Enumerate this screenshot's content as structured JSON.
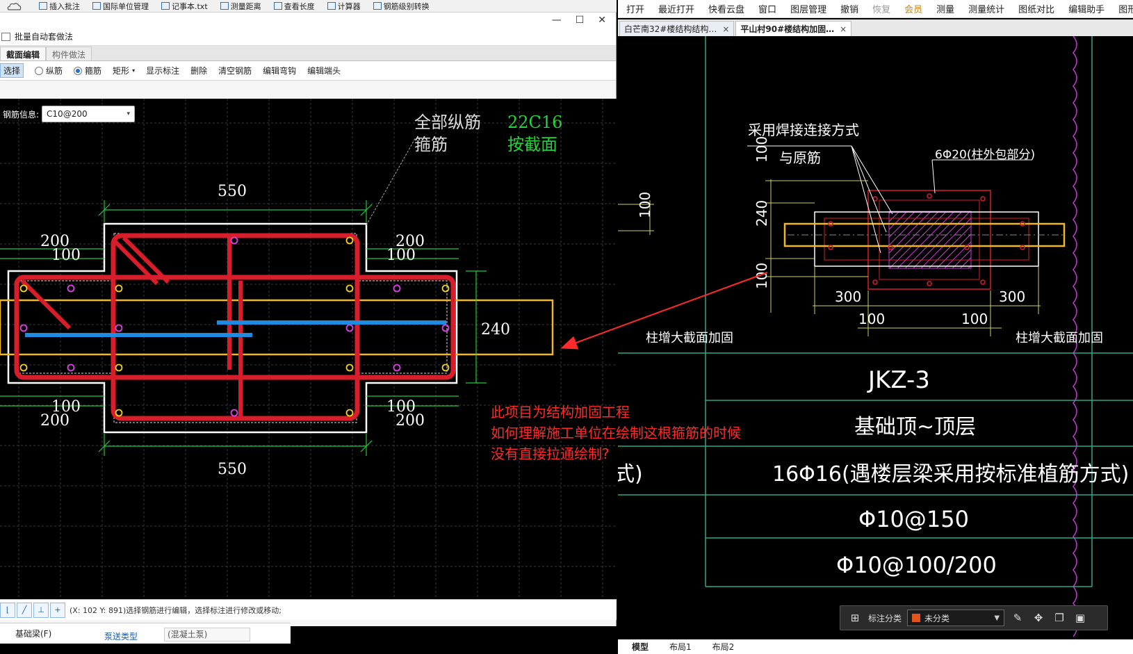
{
  "left_toolbar": {
    "items": [
      "插入批注",
      "国际单位管理",
      "记事本.txt",
      "测量距离",
      "查看长度",
      "计算器",
      "钢筋级别转换"
    ]
  },
  "dialog": {
    "title": "批量自动套做法",
    "tabs": [
      "截面编辑",
      "构件做法"
    ],
    "toolbar": {
      "select_label": "选择",
      "radio_longitudinal": "纵筋",
      "radio_stirrup": "箍筋",
      "shape_label": "矩形",
      "show_label": "显示标注",
      "delete_label": "删除",
      "clear_label": "清空钢筋",
      "edit_hook_label": "编辑弯钩",
      "edit_end_label": "编辑端头"
    },
    "rebar_info_label": "钢筋信息:",
    "rebar_info_value": "C10@200",
    "section": {
      "note_line1": "全部纵筋",
      "note_line2": "箍筋",
      "note_value1": "22C16",
      "note_value2": "按截面",
      "dims": {
        "top_width": "550",
        "bottom_width": "550",
        "left_top_200": "200",
        "left_top_100": "100",
        "right_top_200": "200",
        "right_top_100": "100",
        "left_bottom_100": "100",
        "left_bottom_200": "200",
        "right_bottom_100": "100",
        "right_bottom_200": "200",
        "right_240": "240"
      }
    },
    "status_text": "(X: 102 Y: 891)选择钢筋进行编辑，选择标注进行修改或移动;",
    "bottom": {
      "label1": "基础梁(F)",
      "label2": "泵送类型",
      "field_value": "(混凝土泵)"
    }
  },
  "annotation": {
    "line1": "此项目为结构加固工程",
    "line2": "如何理解施工单位在绘制这根箍筋的时候",
    "line3": "没有直接拉通绘制?"
  },
  "right_app": {
    "menu": [
      "打开",
      "最近打开",
      "快看云盘",
      "窗口",
      "图层管理",
      "撤销",
      "恢复",
      "会员",
      "测量",
      "测量统计",
      "图纸对比",
      "编辑助手",
      "图形"
    ],
    "tabs": [
      {
        "label": "白芒南32#楼结构结构…",
        "active": false
      },
      {
        "label": "平山村90#楼结构加固…",
        "active": true
      }
    ],
    "drawing": {
      "weld_note1": "采用焊接连接方式",
      "weld_note2": "与原筋",
      "rebar_note": "6Φ20(柱外包部分)",
      "dim_100_top": "100",
      "dim_240": "240",
      "dim_100_bottom": "100",
      "dim_100_left": "100",
      "dim_300_left": "300",
      "dim_300_right": "300",
      "dim_100_a": "100",
      "dim_100_b": "100",
      "label_left": "柱增大截面加固",
      "label_right": "柱增大截面加固",
      "table_id": "JKZ-3",
      "table_range": "基础顶~顶层",
      "table_long": "16Φ16(遇楼层梁采用按标准植筋方式)",
      "table_stir1": "Φ10@150",
      "table_stir2": "Φ10@100/200",
      "partial_text": "式)"
    },
    "float_bar": {
      "label": "标注分类",
      "combo_value": "未分类",
      "swatch_color": "#e0541d"
    },
    "bottom_tabs": [
      "模型",
      "布局1",
      "布局2"
    ]
  }
}
